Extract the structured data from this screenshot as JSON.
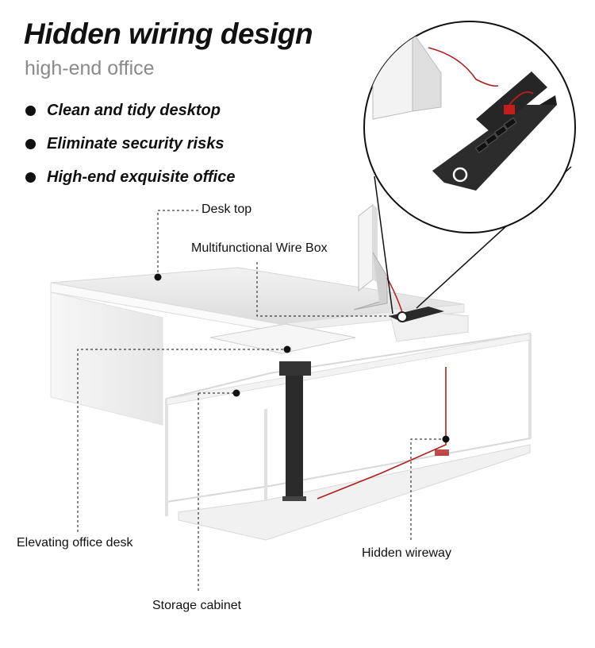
{
  "header": {
    "title": "Hidden wiring design",
    "subtitle": "high-end office"
  },
  "features": [
    "Clean and tidy desktop",
    "Eliminate security risks",
    "High-end exquisite office"
  ],
  "callouts": {
    "desk_top": "Desk top",
    "wire_box": "Multifunctional Wire Box",
    "elevating_desk": "Elevating office desk",
    "hidden_wireway": "Hidden wireway",
    "storage_cabinet": "Storage cabinet"
  },
  "colors": {
    "text": "#111111",
    "subtitle": "#8a8a8a",
    "cable": "#b01e1e",
    "box": "#2a2a2a"
  }
}
